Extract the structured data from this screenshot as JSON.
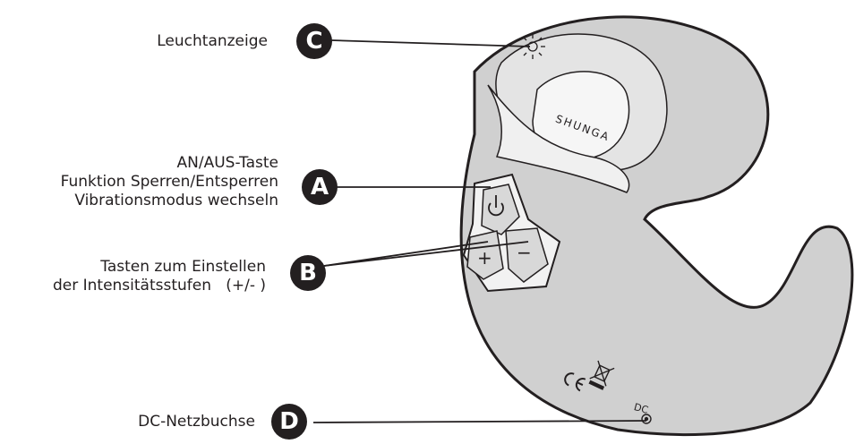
{
  "callouts": {
    "c": {
      "badge": "C",
      "text": "Leuchtanzeige"
    },
    "a": {
      "badge": "A",
      "line1": "AN/AUS-Taste",
      "line2": "Funktion Sperren/Entsperren",
      "line3": "Vibrationsmodus wechseln"
    },
    "b": {
      "badge": "B",
      "line1": "Tasten zum Einstellen",
      "line2": "der Intensitätsstufen   (+/- )"
    },
    "d": {
      "badge": "D",
      "text": "DC-Netzbuchse"
    }
  },
  "device": {
    "brand": "SHUNGA",
    "buttons": {
      "plus": "+",
      "minus": "−"
    },
    "dc_mark": "DC"
  },
  "colors": {
    "body": "#d0d0d0",
    "outline": "#231f20",
    "badge": "#231f20",
    "panel": "#f2f2f2"
  },
  "icons": [
    "power-icon",
    "light-icon",
    "ce-mark-icon",
    "weee-bin-icon",
    "dc-jack-icon"
  ]
}
